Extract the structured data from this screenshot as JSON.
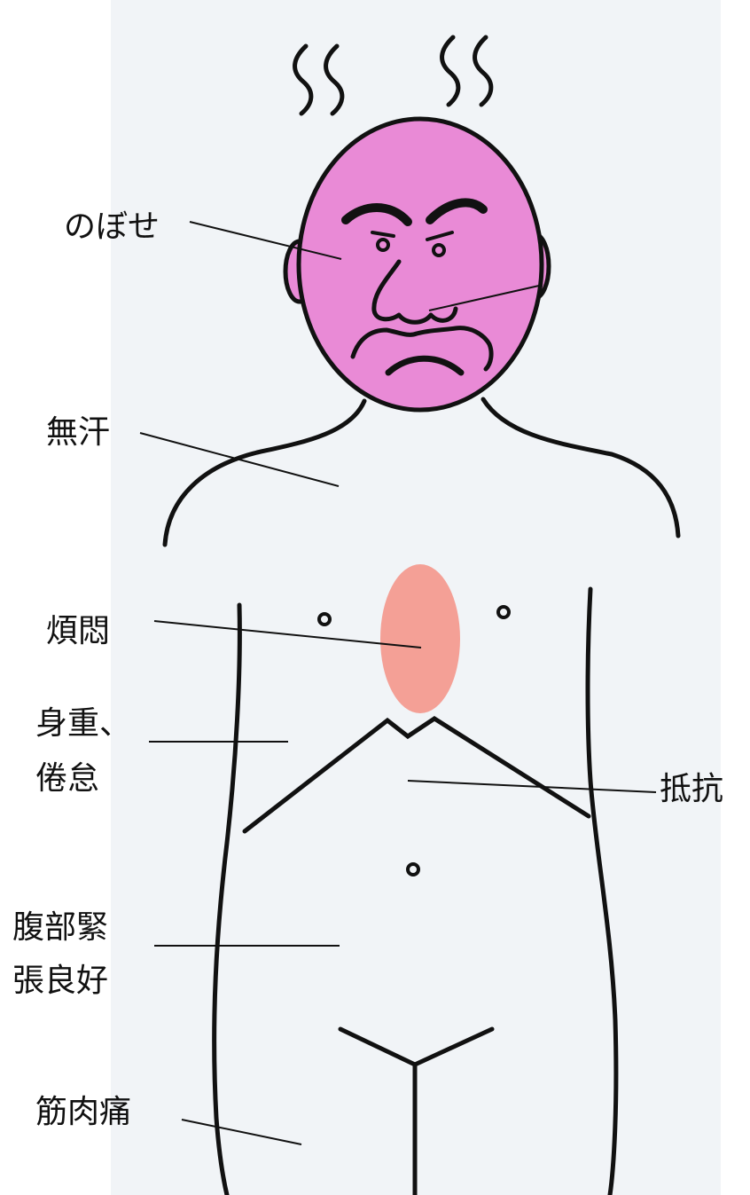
{
  "labels": {
    "hot_flush": "のぼせ",
    "no_sweat": "無汗",
    "chest_distress_line1": "煩悶",
    "heaviness_line1": "身重、",
    "heaviness_line2": "倦怠",
    "resistance": "抵抗",
    "abdominal_tension_line1": "腹部緊",
    "abdominal_tension_line2": "張良好",
    "muscle_pain": "筋肉痛"
  },
  "colors": {
    "head_fill": "#E98AD6",
    "chest_fill": "#F4A096",
    "outline": "#111111",
    "paper": "#F1F4F7"
  }
}
